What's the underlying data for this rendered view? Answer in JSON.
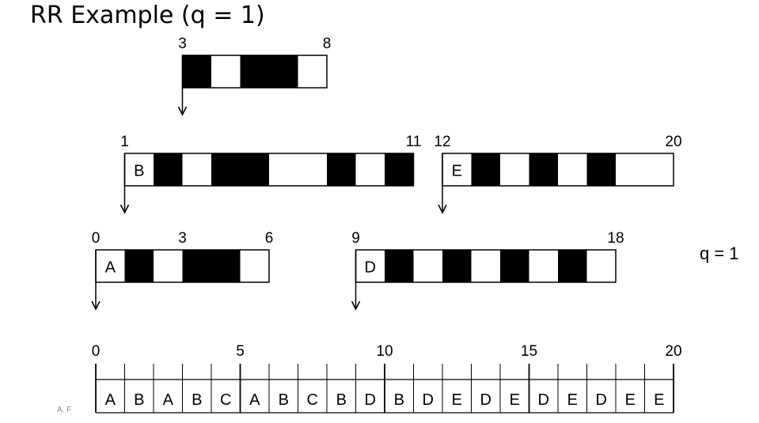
{
  "title": "RR Example (q = 1)",
  "quantum_label": "q = 1",
  "footer_text": "A. F",
  "processes": [
    {
      "name": "C",
      "arrival": 3,
      "end": 8,
      "pattern": "10110",
      "start_label": "3",
      "end_label": "8"
    },
    {
      "name": "B",
      "arrival": 1,
      "end": 11,
      "pattern": "0101100101",
      "start_label": "1",
      "end_label": "11"
    },
    {
      "name": "E",
      "arrival": 12,
      "end": 20,
      "pattern": "01010100",
      "start_label": "12",
      "end_label": "20"
    },
    {
      "name": "A",
      "arrival": 0,
      "end": 6,
      "pattern": "010110",
      "start_label": "0",
      "mid_label": "3",
      "end_label": "6"
    },
    {
      "name": "D",
      "arrival": 9,
      "end": 18,
      "pattern": "010101010",
      "start_label": "9",
      "end_label": "18"
    }
  ],
  "timeline": {
    "tick_labels": [
      "0",
      "5",
      "10",
      "15",
      "20"
    ],
    "schedule": [
      "A",
      "B",
      "A",
      "B",
      "C",
      "A",
      "B",
      "C",
      "B",
      "D",
      "B",
      "D",
      "E",
      "D",
      "E",
      "D",
      "E",
      "D",
      "E",
      "E"
    ]
  }
}
